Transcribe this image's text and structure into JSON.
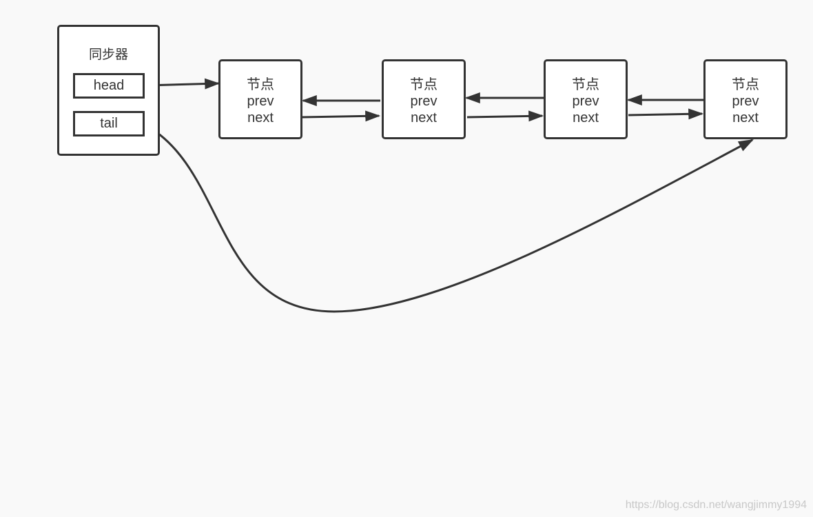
{
  "synchronizer": {
    "title": "同步器",
    "head_label": "head",
    "tail_label": "tail"
  },
  "nodes": [
    {
      "title": "节点",
      "prev": "prev",
      "next": "next"
    },
    {
      "title": "节点",
      "prev": "prev",
      "next": "next"
    },
    {
      "title": "节点",
      "prev": "prev",
      "next": "next"
    },
    {
      "title": "节点",
      "prev": "prev",
      "next": "next"
    }
  ],
  "watermark": "https://blog.csdn.net/wangjimmy1994",
  "colors": {
    "background": "#f9f9f9",
    "stroke": "#333333",
    "box_fill": "#ffffff",
    "watermark": "#c8c8c8"
  }
}
